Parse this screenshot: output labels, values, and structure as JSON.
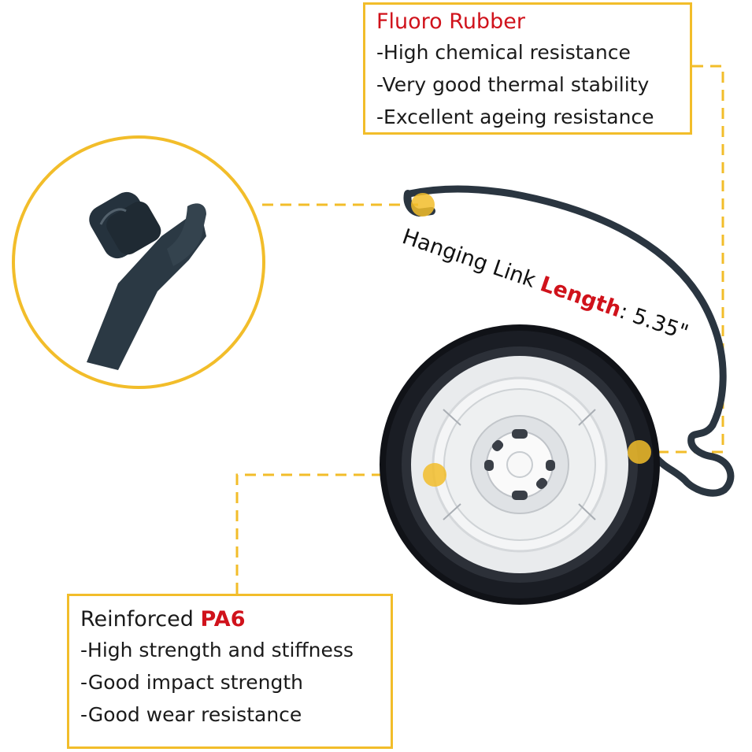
{
  "fluoro_callout": {
    "title": "Fluoro Rubber",
    "features": [
      "-High chemical resistance",
      "-Very good thermal stability",
      "-Excellent ageing resistance"
    ]
  },
  "pa6_callout": {
    "title_plain": "Reinforced ",
    "title_accent": "PA6",
    "features": [
      "-High strength and stiffness",
      "-Good impact strength",
      "-Good wear resistance"
    ]
  },
  "link_label": {
    "prefix": "Hanging Link ",
    "accent": "Length",
    "suffix": ": 5.35\""
  },
  "colors": {
    "callout_border": "#f2bd2a",
    "accent_text": "#d0121b",
    "cap_black": "#15171c",
    "cap_white": "#eceef0",
    "tether": "#2a3540"
  }
}
